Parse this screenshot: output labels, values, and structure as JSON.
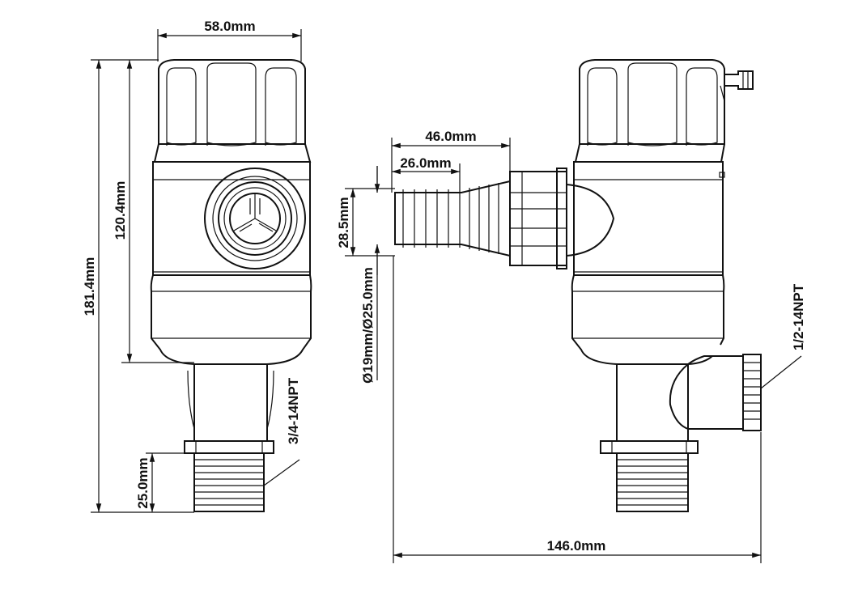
{
  "dimensions": {
    "top_width": "58.0mm",
    "overall_height": "181.4mm",
    "body_height": "120.4mm",
    "thread_length": "25.0mm",
    "inlet_thread": "3/4-14NPT",
    "hose_length": "46.0mm",
    "barb_length": "26.0mm",
    "barb_od": "28.5mm",
    "hose_id": "Ø19mm/Ø25.0mm",
    "outlet_thread": "1/2-14NPT",
    "overall_width": "146.0mm"
  },
  "colors": {
    "line": "#111111",
    "background": "#ffffff"
  }
}
